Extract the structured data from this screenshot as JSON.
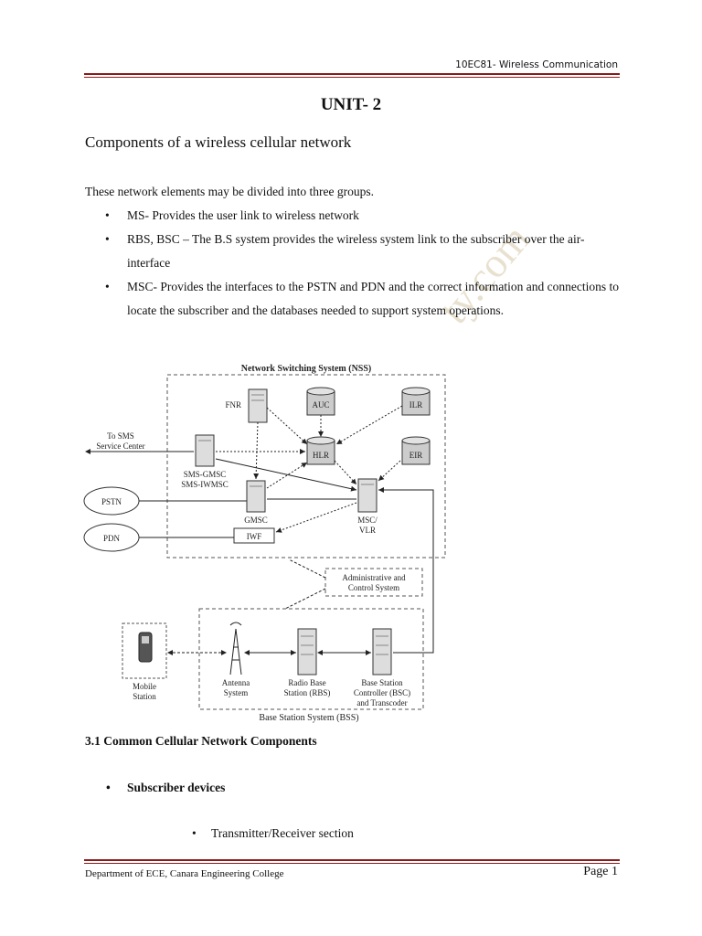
{
  "header": {
    "code": "10EC81- Wireless Communication"
  },
  "title": "UNIT- 2",
  "heading": "Components of a wireless cellular network",
  "intro": "These network elements may be divided into three groups.",
  "bullets": [
    {
      "text": "MS-  Provides the user link to wireless network"
    },
    {
      "text": " RBS, BSC – The B.S system provides the wireless system link to the subscriber over the air-interface"
    },
    {
      "text": " MSC- Provides the interfaces to the PSTN and PDN and the correct information and connections to locate the subscriber and the databases needed to support system operations."
    }
  ],
  "diagram": {
    "nss_label": "Network Switching System (NSS)",
    "fnr": "FNR",
    "auc": "AUC",
    "ilr": "ILR",
    "hlr": "HLR",
    "eir": "EIR",
    "sms_center_1": "To SMS",
    "sms_center_2": "Service Center",
    "sms_gmsc_1": "SMS-GMSC",
    "sms_gmsc_2": "SMS-IWMSC",
    "pstn": "PSTN",
    "pdn": "PDN",
    "gmsc": "GMSC",
    "iwf": "IWF",
    "msc_1": "MSC/",
    "msc_2": "VLR",
    "admin_1": "Administrative and",
    "admin_2": "Control System",
    "mobile_1": "Mobile",
    "mobile_2": "Station",
    "antenna_1": "Antenna",
    "antenna_2": "System",
    "rbs_1": "Radio Base",
    "rbs_2": "Station (RBS)",
    "bsc_1": "Base Station",
    "bsc_2": "Controller (BSC)",
    "bsc_3": "and Transcoder",
    "bss_label": "Base Station System (BSS)"
  },
  "section": "3.1 Common Cellular Network Components",
  "sub_bullet": "Subscriber devices",
  "sub_bullet2": "Transmitter/Receiver section",
  "footer": {
    "dept": "Department of ECE, Canara Engineering College",
    "page": "Page 1"
  },
  "watermark": "ty.com",
  "colors": {
    "rule": "#8b1a1a",
    "watermark": "#bea678"
  }
}
